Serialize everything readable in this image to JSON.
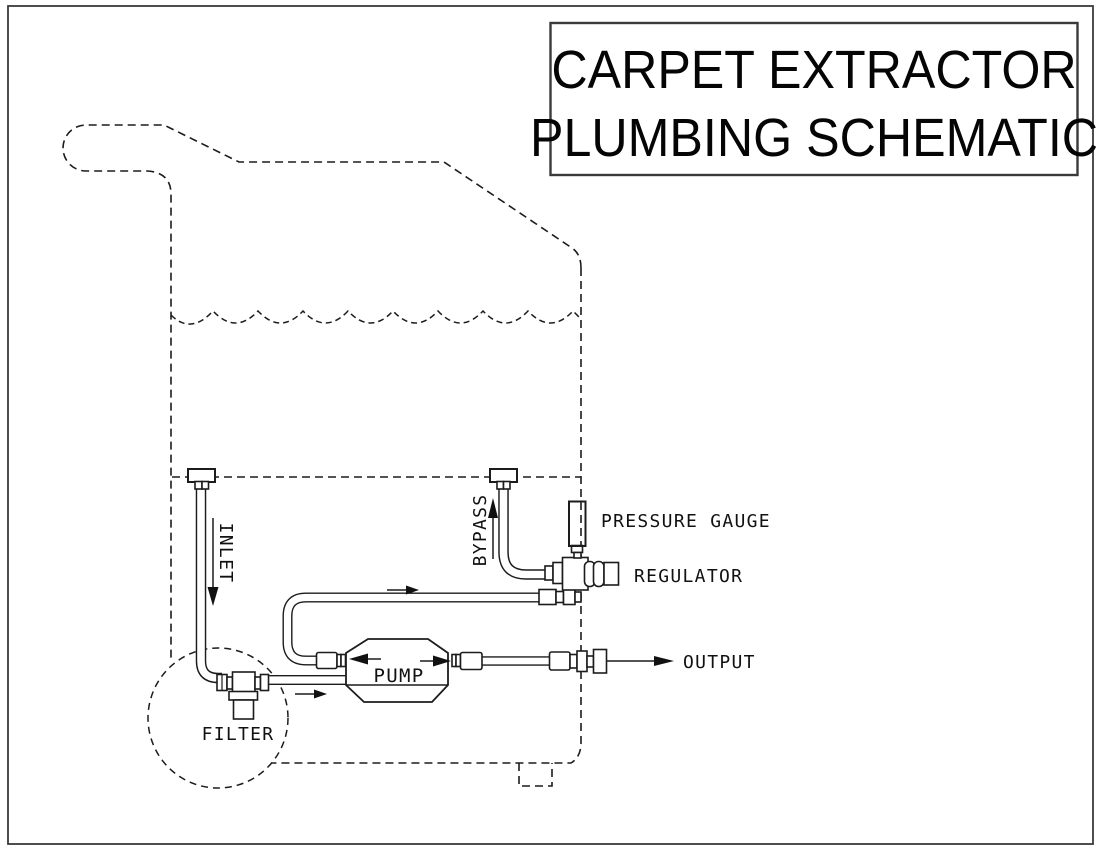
{
  "title_block": {
    "line1": "CARPET EXTRACTOR",
    "line2": "PLUMBING SCHEMATIC"
  },
  "labels": {
    "inlet": "INLET",
    "bypass": "BYPASS",
    "pressure_gauge": "PRESSURE GAUGE",
    "regulator": "REGULATOR",
    "output": "OUTPUT",
    "pump": "PUMP",
    "filter": "FILTER"
  },
  "colors": {
    "background": "#ffffff",
    "line": "#1c1c1c",
    "border": "#3a3a3a",
    "text": "#111111"
  }
}
